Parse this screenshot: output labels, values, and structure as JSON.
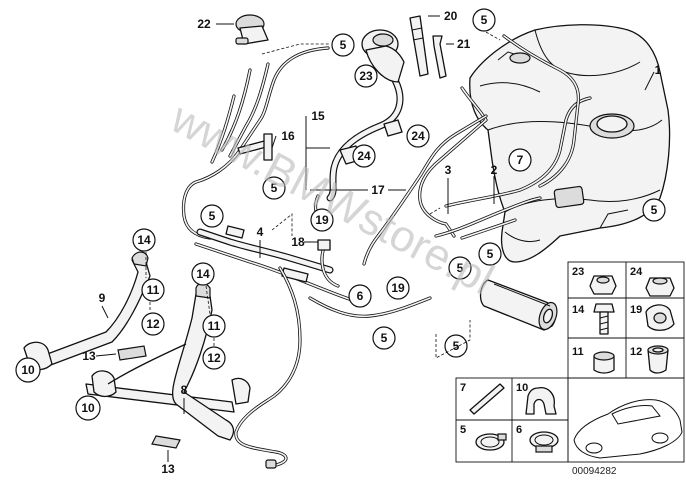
{
  "watermark": "www.BMWstore.pl",
  "diagram_code": "00094282",
  "callouts": {
    "c1": "1",
    "c2": "2",
    "c3": "3",
    "c4": "4",
    "c5a": "5",
    "c5b": "5",
    "c5c": "5",
    "c5d": "5",
    "c5e": "5",
    "c5f": "5",
    "c5g": "5",
    "c5h": "5",
    "c5i": "5",
    "c6": "6",
    "c7": "7",
    "c8": "8",
    "c9": "9",
    "c10a": "10",
    "c10b": "10",
    "c11a": "11",
    "c11b": "11",
    "c12a": "12",
    "c12b": "12",
    "c13a": "13",
    "c13b": "13",
    "c14a": "14",
    "c14b": "14",
    "c15": "15",
    "c16": "16",
    "c17": "17",
    "c18": "18",
    "c19a": "19",
    "c19b": "19",
    "c20": "20",
    "c21": "21",
    "c22": "22",
    "c23": "23",
    "c24a": "24",
    "c24b": "24"
  },
  "legend": {
    "r1a": "23",
    "r1b": "24",
    "r2a": "14",
    "r2b": "19",
    "r3a": "11",
    "r3b": "12",
    "r4a": "7",
    "r4b": "10",
    "r5a": "5",
    "r5b": "6"
  }
}
